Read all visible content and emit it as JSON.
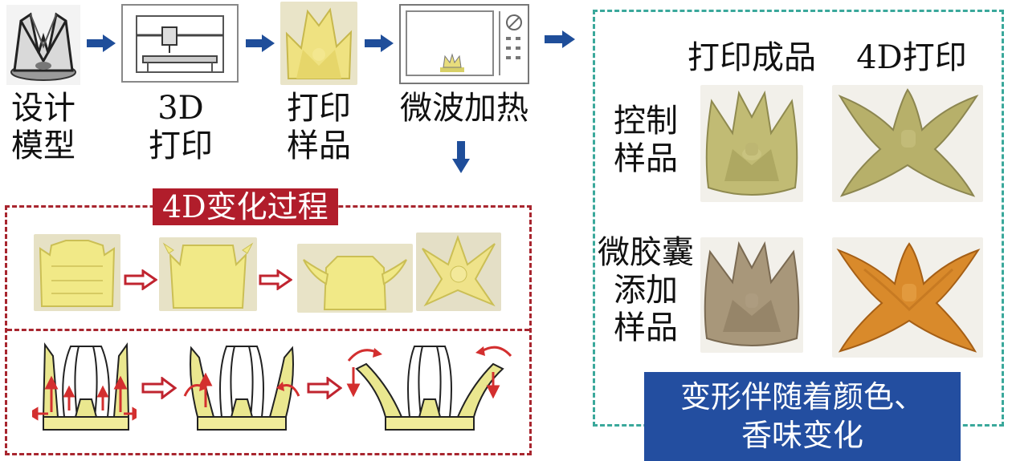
{
  "steps": [
    {
      "label": "设计\n模型"
    },
    {
      "label": "3D\n打印"
    },
    {
      "label": "打印\n样品"
    },
    {
      "label": "微波加热"
    }
  ],
  "process_box": {
    "title": "4D变化过程"
  },
  "results": {
    "col_headers": [
      "打印成品",
      "4D打印"
    ],
    "row_labels": [
      "控制\n样品",
      "微胶囊\n添加\n样品"
    ],
    "note": "变形伴随着颜色、\n香味变化"
  },
  "colors": {
    "arrow_blue": "#1f4e9a",
    "red_dash": "#a8262f",
    "teal_dash": "#3aa89b",
    "red_tag": "#b11d2b",
    "blue_tag": "#234ea0",
    "sample_yellow": "#eadf7e",
    "control_green": "#b8b26a",
    "capsule_brown": "#a59173",
    "capsule_orange": "#d98a2b"
  }
}
